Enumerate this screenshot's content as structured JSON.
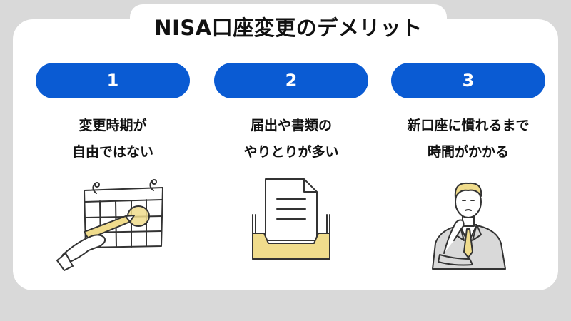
{
  "title": "NISA口座変更のデメリット",
  "items": [
    {
      "number": "1",
      "line1": "変更時期が",
      "line2": "自由ではない",
      "icon": "calendar-icon"
    },
    {
      "number": "2",
      "line1": "届出や書類の",
      "line2": "やりとりが多い",
      "icon": "document-tray-icon"
    },
    {
      "number": "3",
      "line1": "新口座に慣れるまで",
      "line2": "時間がかかる",
      "icon": "thinking-businessman-icon"
    }
  ],
  "colors": {
    "accent": "#0a5bd3",
    "highlight": "#f0dc8c",
    "background": "#d9d9d9",
    "card": "#ffffff"
  }
}
